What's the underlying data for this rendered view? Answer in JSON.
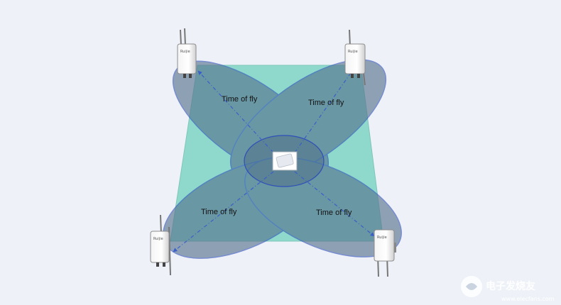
{
  "diagram": {
    "labels": {
      "top_left": "Time of fly",
      "top_right": "Time of fly",
      "bottom_left": "Time of fly",
      "bottom_right": "Time of fly"
    },
    "access_point_brand": "Ruijie",
    "colors": {
      "background": "#eef2f8",
      "floor": "#7fd3c6",
      "ellipse_fill": "#4f6f8f",
      "ellipse_stroke": "#2f4fb8",
      "arrow": "#3a5fc8"
    }
  },
  "watermark": {
    "text": "电子发烧友",
    "url": "www.elecfans.com"
  }
}
